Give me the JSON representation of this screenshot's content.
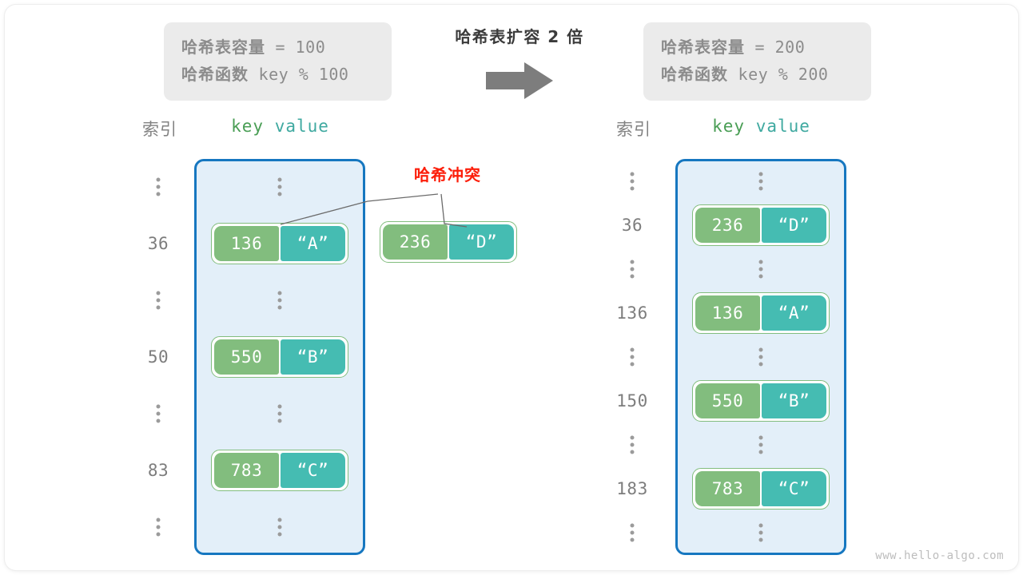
{
  "diagram": {
    "center_title": "哈希表扩容 2 倍",
    "arrow_icon": "right-arrow-icon",
    "watermark": "www.hello-algo.com",
    "collision_label": "哈希冲突",
    "colors": {
      "table_fill": "#e3eff9",
      "table_border": "#1677c0",
      "key_pill": "#82bd7e",
      "value_pill": "#45bcb2",
      "collision_red": "#fc1d09",
      "info_box_bg": "#ebebeb",
      "text_gray": "#8c8c8c"
    }
  },
  "info_left": {
    "capacity_label": "哈希表容量",
    "capacity_expr": " = 100",
    "function_label": "哈希函数",
    "function_expr": " key % 100"
  },
  "info_right": {
    "capacity_label": "哈希表容量",
    "capacity_expr": " = 200",
    "function_label": "哈希函数",
    "function_expr": " key % 200"
  },
  "headers": {
    "index": "索引",
    "key": "key",
    "value": "value"
  },
  "left_table": {
    "rows": [
      {
        "index": "⋮",
        "type": "ellipsis"
      },
      {
        "index": "36",
        "type": "pair",
        "key": "136",
        "value": "“A”"
      },
      {
        "index": "⋮",
        "type": "ellipsis"
      },
      {
        "index": "50",
        "type": "pair",
        "key": "550",
        "value": "“B”"
      },
      {
        "index": "⋮",
        "type": "ellipsis"
      },
      {
        "index": "83",
        "type": "pair",
        "key": "783",
        "value": "“C”"
      },
      {
        "index": "⋮",
        "type": "ellipsis"
      }
    ]
  },
  "collision_pair": {
    "key": "236",
    "value": "“D”"
  },
  "right_table": {
    "rows": [
      {
        "index": "⋮",
        "type": "ellipsis"
      },
      {
        "index": "36",
        "type": "pair",
        "key": "236",
        "value": "“D”"
      },
      {
        "index": "⋮",
        "type": "ellipsis"
      },
      {
        "index": "136",
        "type": "pair",
        "key": "136",
        "value": "“A”"
      },
      {
        "index": "⋮",
        "type": "ellipsis"
      },
      {
        "index": "150",
        "type": "pair",
        "key": "550",
        "value": "“B”"
      },
      {
        "index": "⋮",
        "type": "ellipsis"
      },
      {
        "index": "183",
        "type": "pair",
        "key": "783",
        "value": "“C”"
      },
      {
        "index": "⋮",
        "type": "ellipsis"
      }
    ]
  }
}
